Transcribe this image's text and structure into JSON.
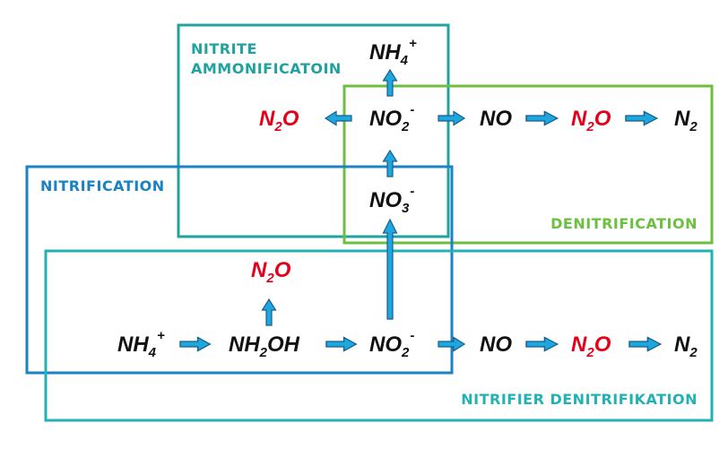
{
  "colors": {
    "black": "#111111",
    "red": "#e3001b",
    "arrow_fill": "#1ea6df",
    "arrow_stroke": "#1a5e8c",
    "nitrite_ammonification": "#20a39e",
    "denitrification": "#6cbf3f",
    "nitrification": "#1b82c3",
    "nitrifier_denitrification": "#23b2b4"
  },
  "boxes": {
    "nitrite_ammonification": {
      "line1": "NITRITE",
      "line2": "AMMONIFICATOIN"
    },
    "denitrification": {
      "label": "DENITRIFICATION"
    },
    "nitrification": {
      "label": "NITRIFICATION"
    },
    "nitrifier_denitrification": {
      "label": "NITRIFIER DENITRIFIKATION"
    }
  },
  "species": {
    "nh4_top": {
      "main": "NH",
      "sub": "4",
      "sup": "+"
    },
    "n2o_left": {
      "main": "N",
      "sub": "2",
      "tail": "O"
    },
    "no2_mid": {
      "main": "NO",
      "sub": "2",
      "sup": "-"
    },
    "no_mid": {
      "main": "NO"
    },
    "n2o_mid": {
      "main": "N",
      "sub": "2",
      "tail": "O"
    },
    "n2_mid": {
      "main": "N",
      "sub": "2"
    },
    "no3": {
      "main": "NO",
      "sub": "3",
      "sup": "-"
    },
    "n2o_upper": {
      "main": "N",
      "sub": "2",
      "tail": "O"
    },
    "nh4_bottom": {
      "main": "NH",
      "sub": "4",
      "sup": "+"
    },
    "nh2oh": {
      "main": "NH",
      "sub": "2",
      "tail": "OH"
    },
    "no2_bottom": {
      "main": "NO",
      "sub": "2",
      "sup": "-"
    },
    "no_bottom": {
      "main": "NO"
    },
    "n2o_bottom": {
      "main": "N",
      "sub": "2",
      "tail": "O"
    },
    "n2_bottom": {
      "main": "N",
      "sub": "2"
    }
  }
}
